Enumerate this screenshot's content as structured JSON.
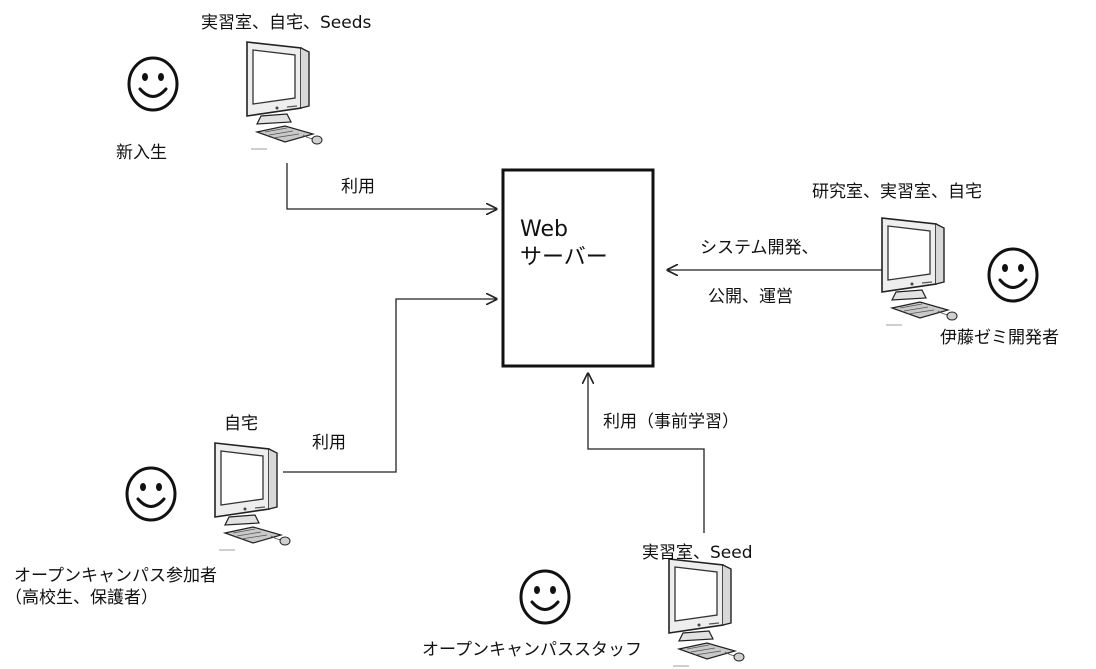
{
  "server": {
    "line1": "Web",
    "line2": "サーバー"
  },
  "users": {
    "newcomer": {
      "location": "実習室、自宅、Seeds",
      "name": "新入生",
      "action": "利用"
    },
    "developer": {
      "location": "研究室、実習室、自宅",
      "name": "伊藤ゼミ開発者",
      "action_line1": "システム開発、",
      "action_line2": "公開、運営"
    },
    "visitor": {
      "location": "自宅",
      "name_line1": "オープンキャンパス参加者",
      "name_line2": "（高校生、保護者）",
      "action": "利用"
    },
    "staff": {
      "location": "実習室、Seed",
      "name": "オープンキャンパススタッフ",
      "action": "利用（事前学習）"
    }
  },
  "icons": {
    "person": "smiley-face-icon",
    "computer": "crt-computer-icon"
  }
}
